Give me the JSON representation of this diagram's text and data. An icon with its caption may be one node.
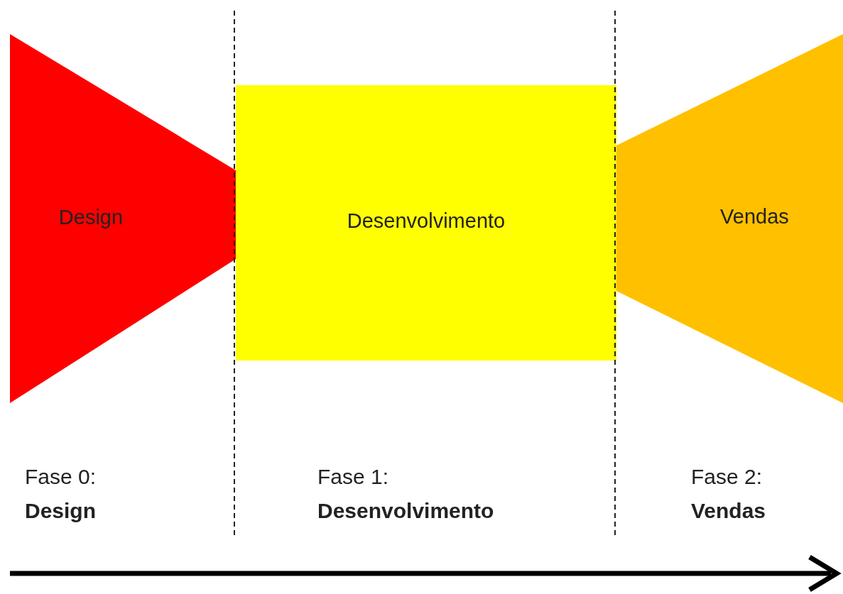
{
  "diagram": {
    "nodes": [
      {
        "text": [
          "Design"
        ]
      },
      {
        "text": [
          "Desenvolvimento"
        ]
      },
      {
        "text": [
          "Vendas"
        ]
      }
    ],
    "labels": [
      "Fase 0:",
      "Design",
      "Fase 1:",
      "Desenvolvimento",
      "Fase 2:",
      "Vendas"
    ]
  }
}
